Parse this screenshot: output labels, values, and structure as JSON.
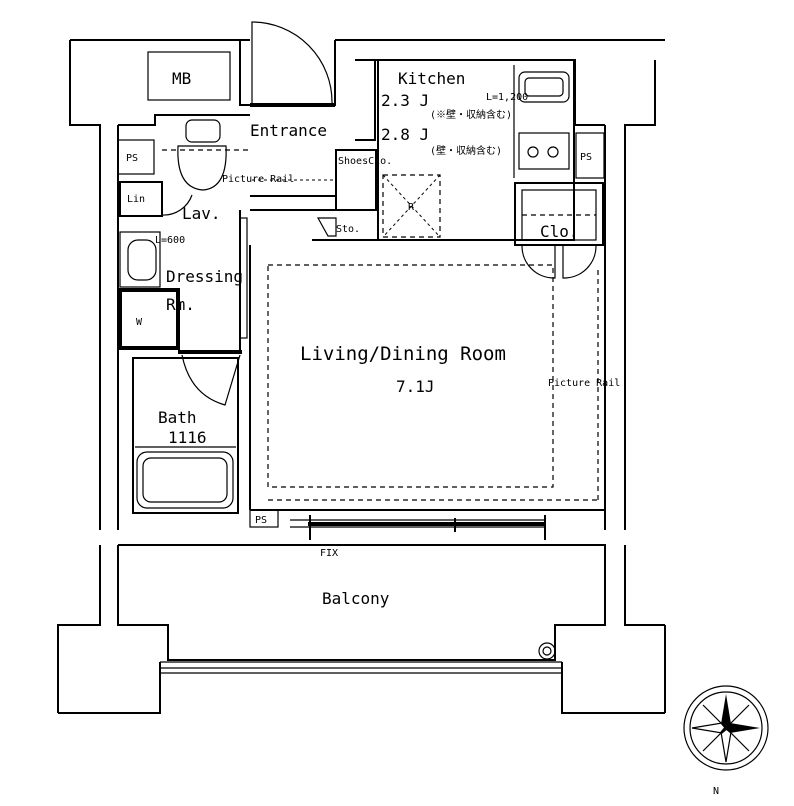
{
  "rooms": {
    "mb": "MB",
    "entrance": "Entrance",
    "kitchen": "Kitchen",
    "kitchen_size_a": "2.3 J",
    "kitchen_size_b": "2.8 J",
    "kitchen_note_a": "(※壁・収納含む)",
    "kitchen_note_b": "(壁・収納含む)",
    "kitchen_counter": "L=1,200",
    "shoes_closet": "ShoesClo.",
    "picture_rail_entrance": "Picture Rail",
    "storage": "Sto.",
    "fridge": "R",
    "closet": "Clo.",
    "lavatory_lin": "Lin",
    "lavatory": "Lav.",
    "vanity_length": "L=600",
    "dressing": "Dressing",
    "dressing_rm": "Rm.",
    "washer": "W",
    "bath": "Bath",
    "bath_size": "1116",
    "living": "Living/Dining Room",
    "living_size": "7.1J",
    "picture_rail_living": "Picture Rail",
    "ps_left": "PS",
    "ps_right": "PS",
    "ps_bottom": "PS",
    "fix_window": "FIX",
    "balcony": "Balcony"
  },
  "compass": {
    "north": "N"
  }
}
